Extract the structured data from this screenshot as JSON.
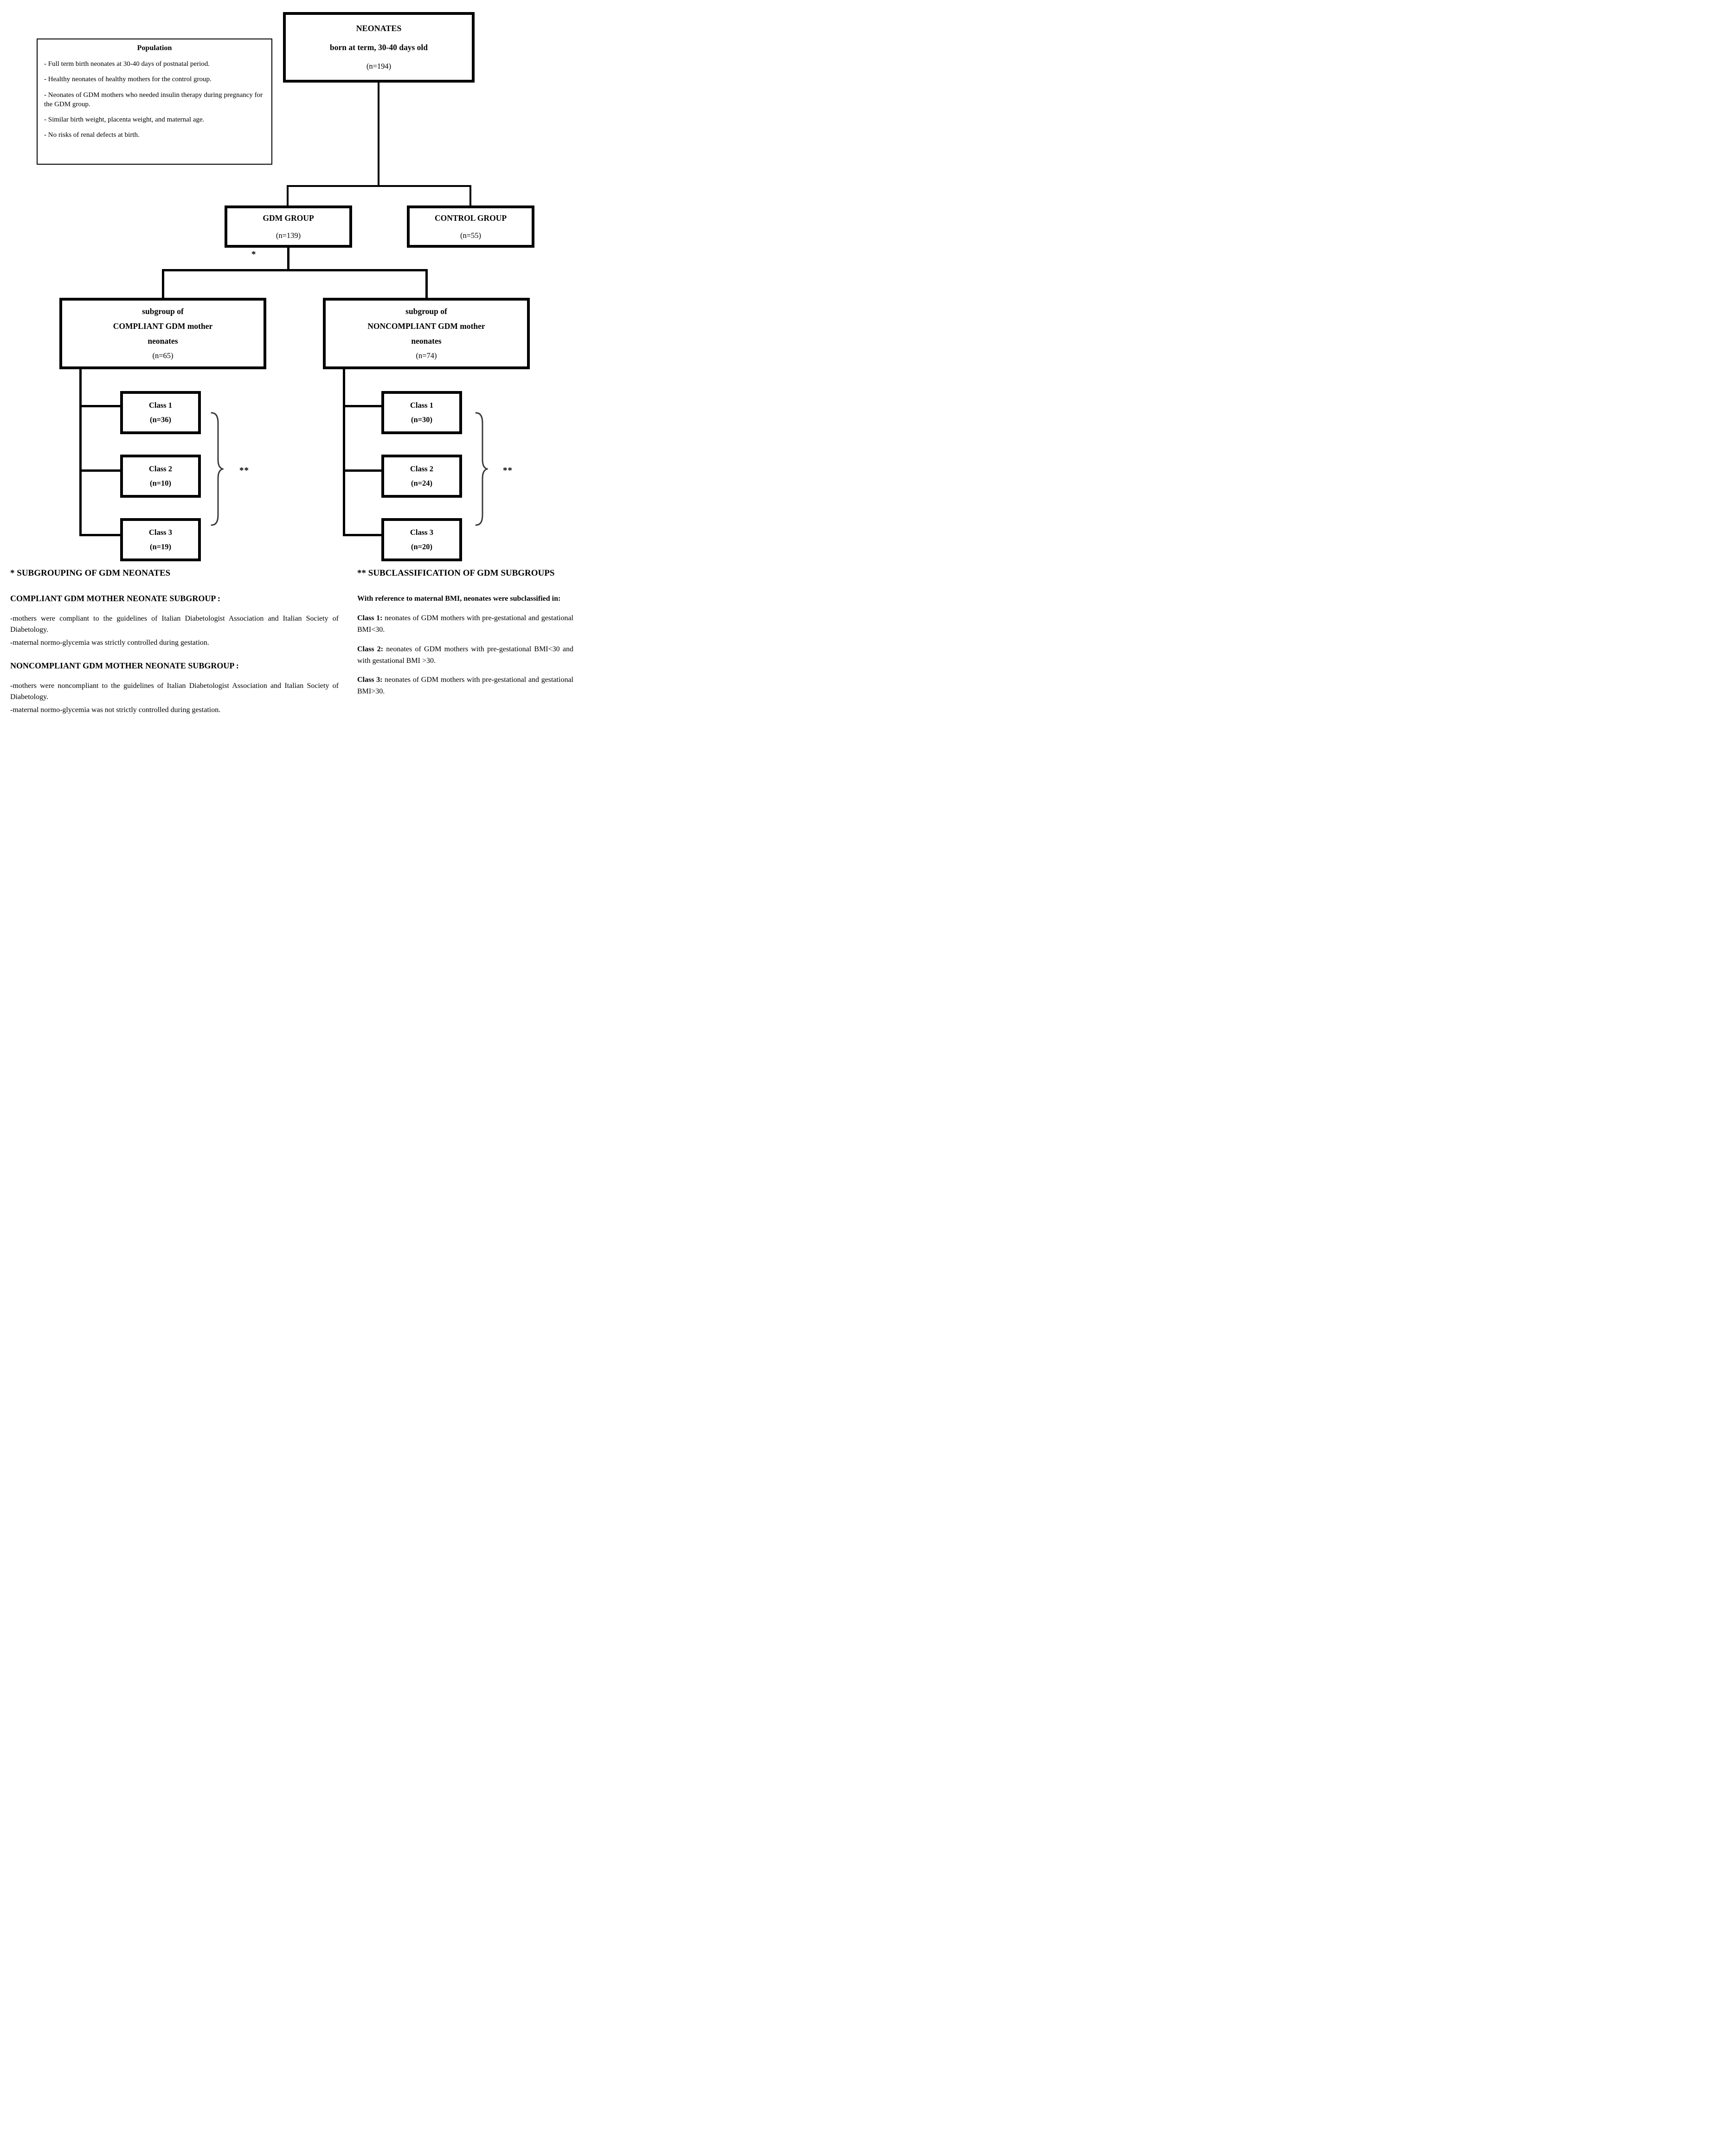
{
  "colors": {
    "line": "#000000",
    "brace": "#3a3a3a",
    "background": "#ffffff"
  },
  "population": {
    "title": "Population",
    "items": [
      "- Full term birth neonates at 30-40 days of postnatal period.",
      "- Healthy neonates of healthy mothers for the control group.",
      "- Neonates of GDM mothers who needed insulin therapy during pregnancy for the GDM group.",
      "- Similar birth weight, placenta weight, and maternal age.",
      "- No risks of renal defects at birth."
    ]
  },
  "nodes": {
    "root": {
      "title": "NEONATES",
      "subtitle": "born at term, 30-40 days old",
      "n": "(n=194)"
    },
    "gdm": {
      "title": "GDM GROUP",
      "n": "(n=139)"
    },
    "control": {
      "title": "CONTROL GROUP",
      "n": "(n=55)"
    },
    "compliant": {
      "line1": "subgroup of",
      "line2": "COMPLIANT GDM mother",
      "line3": "neonates",
      "n": "(n=65)"
    },
    "noncompliant": {
      "line1": "subgroup of",
      "line2": "NONCOMPLIANT GDM mother",
      "line3": "neonates",
      "n": "(n=74)"
    },
    "compliant_classes": [
      {
        "name": "Class 1",
        "n": "(n=36)"
      },
      {
        "name": "Class 2",
        "n": "(n=10)"
      },
      {
        "name": "Class 3",
        "n": "(n=19)"
      }
    ],
    "noncompliant_classes": [
      {
        "name": "Class 1",
        "n": "(n=30)"
      },
      {
        "name": "Class 2",
        "n": "(n=24)"
      },
      {
        "name": "Class 3",
        "n": "(n=20)"
      }
    ]
  },
  "annotations": {
    "single_star": "*",
    "double_star": "**"
  },
  "footnotes": {
    "left": {
      "title": "* SUBGROUPING OF GDM NEONATES",
      "compliant_heading": "COMPLIANT GDM MOTHER NEONATE SUBGROUP :",
      "compliant_lines": [
        "-mothers were compliant to the guidelines of Italian Diabetologist Association and Italian Society of Diabetology.",
        "-maternal normo-glycemia was strictly controlled during gestation."
      ],
      "noncompliant_heading": "NONCOMPLIANT GDM MOTHER NEONATE SUBGROUP :",
      "noncompliant_lines": [
        "-mothers were noncompliant to the guidelines of Italian Diabetologist Association and Italian  Society of Diabetology.",
        "-maternal normo-glycemia was not strictly controlled during gestation."
      ]
    },
    "right": {
      "title": "** SUBCLASSIFICATION OF GDM SUBGROUPS",
      "intro": "With reference to maternal BMI, neonates were subclassified in:",
      "classes": [
        {
          "label": "Class 1:",
          "text": " neonates of GDM mothers with pre-gestational and gestational BMI<30."
        },
        {
          "label": "Class 2:",
          "text": " neonates of GDM mothers with pre-gestational BMI<30 and with gestational BMI >30."
        },
        {
          "label": "Class 3:",
          "text": " neonates of GDM mothers with pre-gestational and gestational BMI>30."
        }
      ]
    }
  }
}
